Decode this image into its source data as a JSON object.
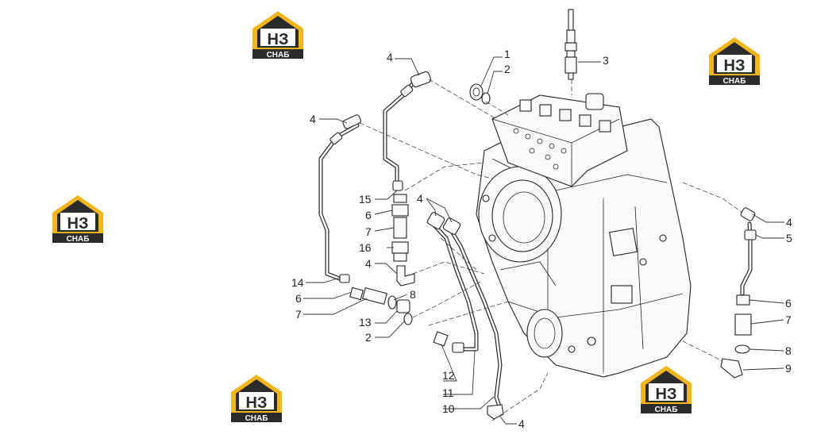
{
  "logo": {
    "letters": "НЗ",
    "caption": "СНАБ",
    "color_yellow": "#f2b51c",
    "color_dark": "#2b2b2b"
  },
  "callouts": [
    {
      "id": "c4a",
      "text": "4"
    },
    {
      "id": "c1",
      "text": "1"
    },
    {
      "id": "c2a",
      "text": "2"
    },
    {
      "id": "c3",
      "text": "3"
    },
    {
      "id": "c4b",
      "text": "4"
    },
    {
      "id": "c15",
      "text": "15"
    },
    {
      "id": "c6a",
      "text": "6"
    },
    {
      "id": "c7a",
      "text": "7"
    },
    {
      "id": "c16",
      "text": "16"
    },
    {
      "id": "c4c",
      "text": "4"
    },
    {
      "id": "c14",
      "text": "14"
    },
    {
      "id": "c6b",
      "text": "6"
    },
    {
      "id": "c7b",
      "text": "7"
    },
    {
      "id": "c8a",
      "text": "8"
    },
    {
      "id": "c13",
      "text": "13"
    },
    {
      "id": "c2b",
      "text": "2"
    },
    {
      "id": "c4d",
      "text": "4"
    },
    {
      "id": "c12",
      "text": "12"
    },
    {
      "id": "c11",
      "text": "11"
    },
    {
      "id": "c10",
      "text": "10"
    },
    {
      "id": "c4e",
      "text": "4"
    },
    {
      "id": "c4f",
      "text": "4"
    },
    {
      "id": "c5",
      "text": "5"
    },
    {
      "id": "c6c",
      "text": "6"
    },
    {
      "id": "c7c",
      "text": "7"
    },
    {
      "id": "c8b",
      "text": "8"
    },
    {
      "id": "c9",
      "text": "9"
    }
  ]
}
